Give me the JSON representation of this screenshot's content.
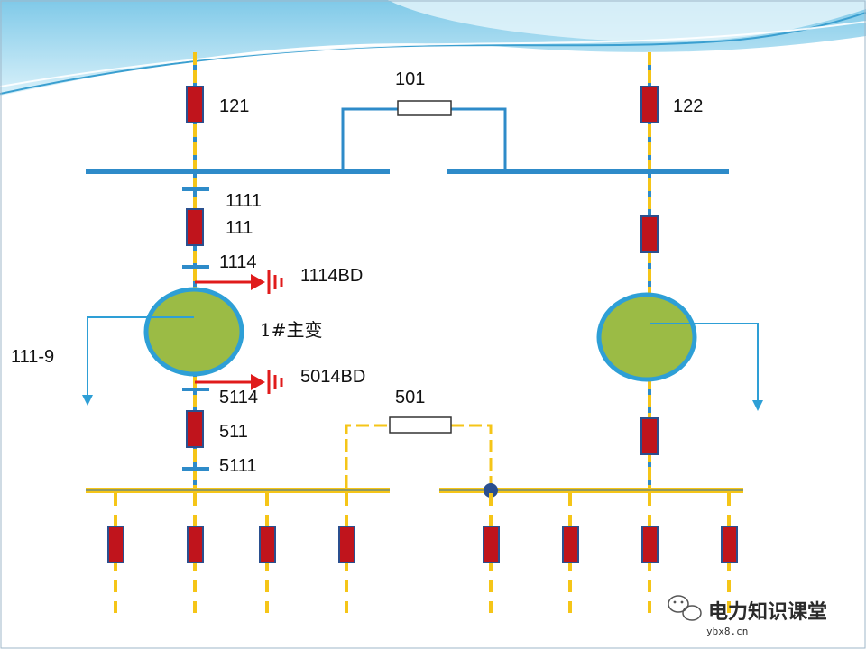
{
  "labels": {
    "breaker_121": "121",
    "breaker_122": "122",
    "breaker_101": "101",
    "switch_1111": "1111",
    "breaker_111": "111",
    "switch_1114": "1114",
    "ground_1114bd": "1114BD",
    "transformer_1": "1#主变",
    "neutral_111_9": "111-9",
    "ground_5014bd": "5014BD",
    "switch_5114": "5114",
    "breaker_511": "511",
    "switch_5111": "5111",
    "breaker_501": "501"
  },
  "watermark": {
    "title": "电力知识课堂",
    "url": "ybx8.cn"
  },
  "colors": {
    "hv_line": "#f5c518",
    "hv_bus": "#2e8bc9",
    "lv_bus": "#f5c518",
    "breaker_fill": "#c0141c",
    "breaker_border": "#2a4f8f",
    "transformer_fill": "#9bbb45",
    "transformer_ring": "#2e9fd6",
    "ground_arrow": "#e01b1b",
    "header_wave": "#8fd3ec"
  }
}
